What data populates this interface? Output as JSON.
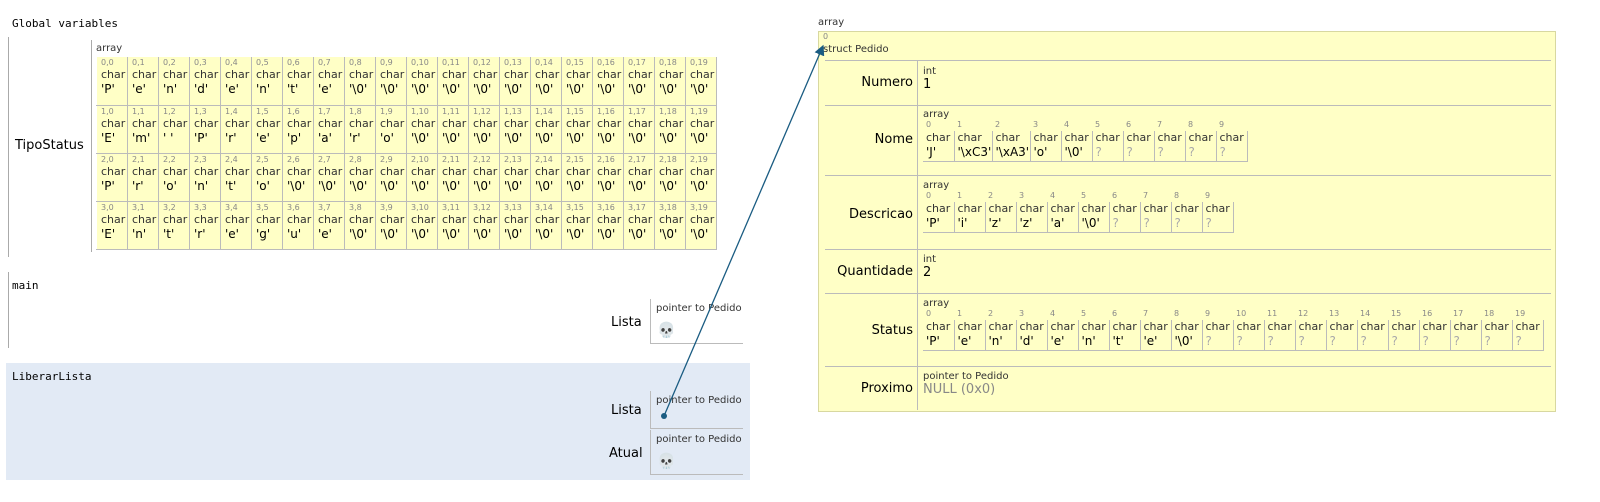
{
  "globals": {
    "title": "Global variables",
    "var_name": "TipoStatus",
    "array_label": "array",
    "elem_type": "char",
    "rows": [
      [
        "'P'",
        "'e'",
        "'n'",
        "'d'",
        "'e'",
        "'n'",
        "'t'",
        "'e'",
        "'\\0'",
        "'\\0'",
        "'\\0'",
        "'\\0'",
        "'\\0'",
        "'\\0'",
        "'\\0'",
        "'\\0'",
        "'\\0'",
        "'\\0'",
        "'\\0'",
        "'\\0'"
      ],
      [
        "'E'",
        "'m'",
        "' '",
        "'P'",
        "'r'",
        "'e'",
        "'p'",
        "'a'",
        "'r'",
        "'o'",
        "'\\0'",
        "'\\0'",
        "'\\0'",
        "'\\0'",
        "'\\0'",
        "'\\0'",
        "'\\0'",
        "'\\0'",
        "'\\0'",
        "'\\0'"
      ],
      [
        "'P'",
        "'r'",
        "'o'",
        "'n'",
        "'t'",
        "'o'",
        "'\\0'",
        "'\\0'",
        "'\\0'",
        "'\\0'",
        "'\\0'",
        "'\\0'",
        "'\\0'",
        "'\\0'",
        "'\\0'",
        "'\\0'",
        "'\\0'",
        "'\\0'",
        "'\\0'",
        "'\\0'"
      ],
      [
        "'E'",
        "'n'",
        "'t'",
        "'r'",
        "'e'",
        "'g'",
        "'u'",
        "'e'",
        "'\\0'",
        "'\\0'",
        "'\\0'",
        "'\\0'",
        "'\\0'",
        "'\\0'",
        "'\\0'",
        "'\\0'",
        "'\\0'",
        "'\\0'",
        "'\\0'",
        "'\\0'"
      ]
    ]
  },
  "main": {
    "title": "main",
    "var_name": "Lista",
    "ptr_type": "pointer to Pedido",
    "ptr_icon": "skull-icon"
  },
  "liberar": {
    "title": "LiberarLista",
    "lista_name": "Lista",
    "lista_type": "pointer to Pedido",
    "atual_name": "Atual",
    "atual_type": "pointer to Pedido",
    "atual_icon": "skull-icon"
  },
  "heap": {
    "array_label": "array",
    "index0": "0",
    "struct_label": "struct Pedido",
    "fields": {
      "numero": {
        "name": "Numero",
        "type": "int",
        "value": "1"
      },
      "nome": {
        "name": "Nome",
        "type": "array",
        "elem_type": "char",
        "values": [
          "'J'",
          "'\\xC3'",
          "'\\xA3'",
          "'o'",
          "'\\0'",
          "?",
          "?",
          "?",
          "?",
          "?"
        ]
      },
      "descricao": {
        "name": "Descricao",
        "type": "array",
        "elem_type": "char",
        "values": [
          "'P'",
          "'i'",
          "'z'",
          "'z'",
          "'a'",
          "'\\0'",
          "?",
          "?",
          "?",
          "?"
        ]
      },
      "quantidade": {
        "name": "Quantidade",
        "type": "int",
        "value": "2"
      },
      "status": {
        "name": "Status",
        "type": "array",
        "elem_type": "char",
        "values": [
          "'P'",
          "'e'",
          "'n'",
          "'d'",
          "'e'",
          "'n'",
          "'t'",
          "'e'",
          "'\\0'",
          "?",
          "?",
          "?",
          "?",
          "?",
          "?",
          "?",
          "?",
          "?",
          "?",
          "?"
        ]
      },
      "proximo": {
        "name": "Proximo",
        "type": "pointer to Pedido",
        "value": "NULL (0x0)"
      }
    }
  },
  "colors": {
    "array_bg": "#ffffc6",
    "frame_active_bg": "#e2eaf5",
    "arrow": "#1a5c82"
  }
}
